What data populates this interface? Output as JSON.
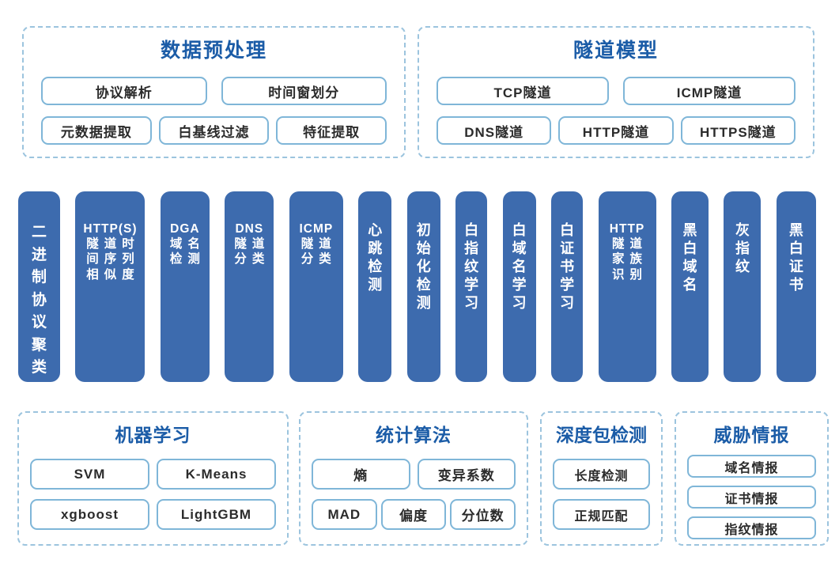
{
  "colors": {
    "bar_fill": "#3d6bae",
    "panel_title_blue": "#1b5ca7",
    "pill_border": "#7fb6d8",
    "dashed_border": "#9cc4de",
    "pill_text": "#2b2b2b",
    "bar_text": "#ffffff",
    "background": "#ffffff"
  },
  "preprocessing": {
    "title": "数据预处理",
    "items": [
      "协议解析",
      "时间窗划分",
      "元数据提取",
      "白基线过滤",
      "特征提取"
    ]
  },
  "tunnel_models": {
    "title": "隧道模型",
    "items": [
      "TCP隧道",
      "ICMP隧道",
      "DNS隧道",
      "HTTP隧道",
      "HTTPS隧道"
    ]
  },
  "capability_bars": [
    {
      "label": "二进制协议聚类"
    },
    {
      "label": "HTTP(S)隧道时间序列相似度",
      "lines": [
        "HTTP(S)",
        "隧道时",
        "间序列",
        "相似度"
      ]
    },
    {
      "label": "DGA域名检测",
      "lines": [
        "DGA",
        "域名",
        "检测"
      ]
    },
    {
      "label": "DNS隧道分类",
      "lines": [
        "DNS",
        "隧道",
        "分类"
      ]
    },
    {
      "label": "ICMP隧道分类",
      "lines": [
        "ICMP",
        "隧道",
        "分类"
      ]
    },
    {
      "label": "心跳检测"
    },
    {
      "label": "初始化检测"
    },
    {
      "label": "白指纹学习"
    },
    {
      "label": "白域名学习"
    },
    {
      "label": "白证书学习"
    },
    {
      "label": "HTTP隧道家族识别",
      "lines": [
        "HTTP",
        "隧道",
        "家族",
        "识别"
      ]
    },
    {
      "label": "黑白域名"
    },
    {
      "label": "灰指纹"
    },
    {
      "label": "黑白证书"
    }
  ],
  "machine_learning": {
    "title": "机器学习",
    "items": [
      "SVM",
      "K-Means",
      "xgboost",
      "LightGBM"
    ]
  },
  "statistical_algorithms": {
    "title": "统计算法",
    "items": [
      "熵",
      "变异系数",
      "MAD",
      "偏度",
      "分位数"
    ]
  },
  "deep_packet_inspection": {
    "title": "深度包检测",
    "items": [
      "长度检测",
      "正规匹配"
    ]
  },
  "threat_intelligence": {
    "title": "威胁情报",
    "items": [
      "域名情报",
      "证书情报",
      "指纹情报"
    ]
  }
}
